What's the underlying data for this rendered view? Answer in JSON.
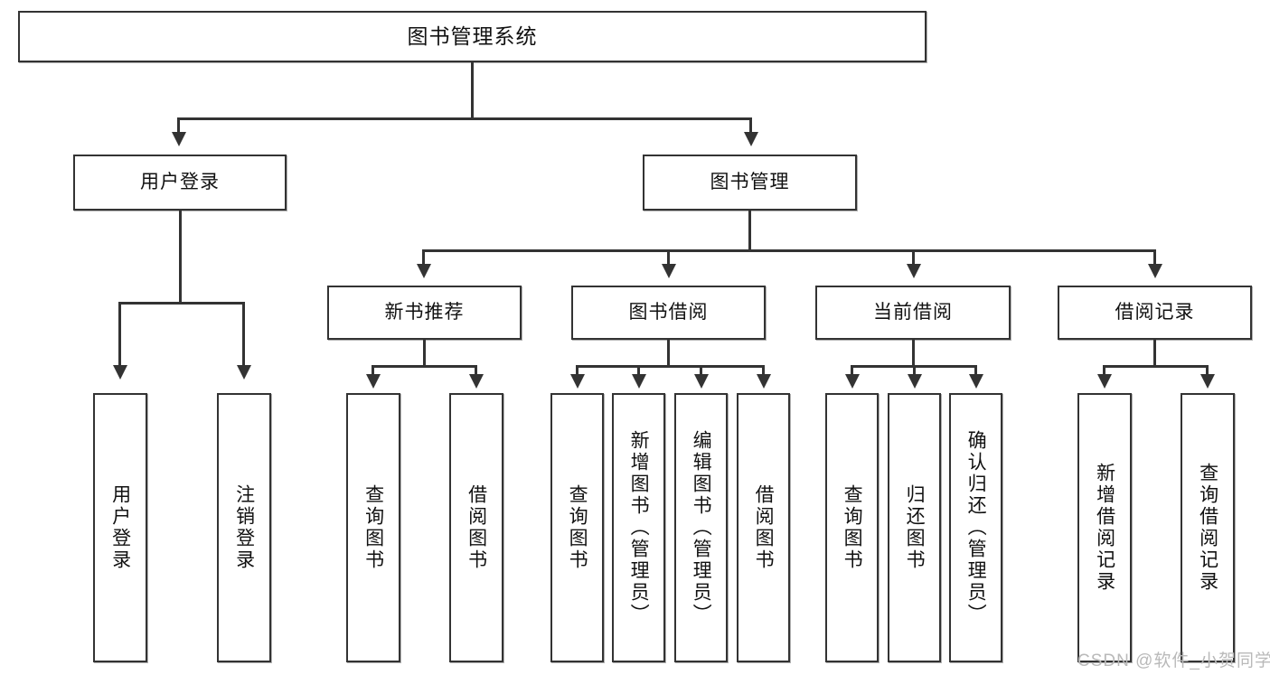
{
  "diagram": {
    "type": "tree-hierarchy-chart",
    "title": "图书管理系统",
    "watermark": "CSDN @软件_小贺同学",
    "root": {
      "label": "图书管理系统"
    },
    "level2": [
      {
        "label": "用户登录"
      },
      {
        "label": "图书管理"
      }
    ],
    "level3": [
      {
        "label": "新书推荐"
      },
      {
        "label": "图书借阅"
      },
      {
        "label": "当前借阅"
      },
      {
        "label": "借阅记录"
      }
    ],
    "leaves": {
      "user_login": [
        {
          "label": "用户登录"
        },
        {
          "label": "注销登录"
        }
      ],
      "new_book_recommend": [
        {
          "label": "查询图书"
        },
        {
          "label": "借阅图书"
        }
      ],
      "book_borrow": [
        {
          "label": "查询图书"
        },
        {
          "label": "新增图书（管理员）"
        },
        {
          "label": "编辑图书（管理员）"
        },
        {
          "label": "借阅图书"
        }
      ],
      "current_borrow": [
        {
          "label": "查询图书"
        },
        {
          "label": "归还图书"
        },
        {
          "label": "确认归还（管理员）"
        }
      ],
      "borrow_record": [
        {
          "label": "新增借阅记录"
        },
        {
          "label": "查询借阅记录"
        }
      ]
    },
    "colors": {
      "stroke": "#333333",
      "fill": "#ffffff",
      "text": "#111111",
      "watermark": "#b9b9b9"
    }
  }
}
